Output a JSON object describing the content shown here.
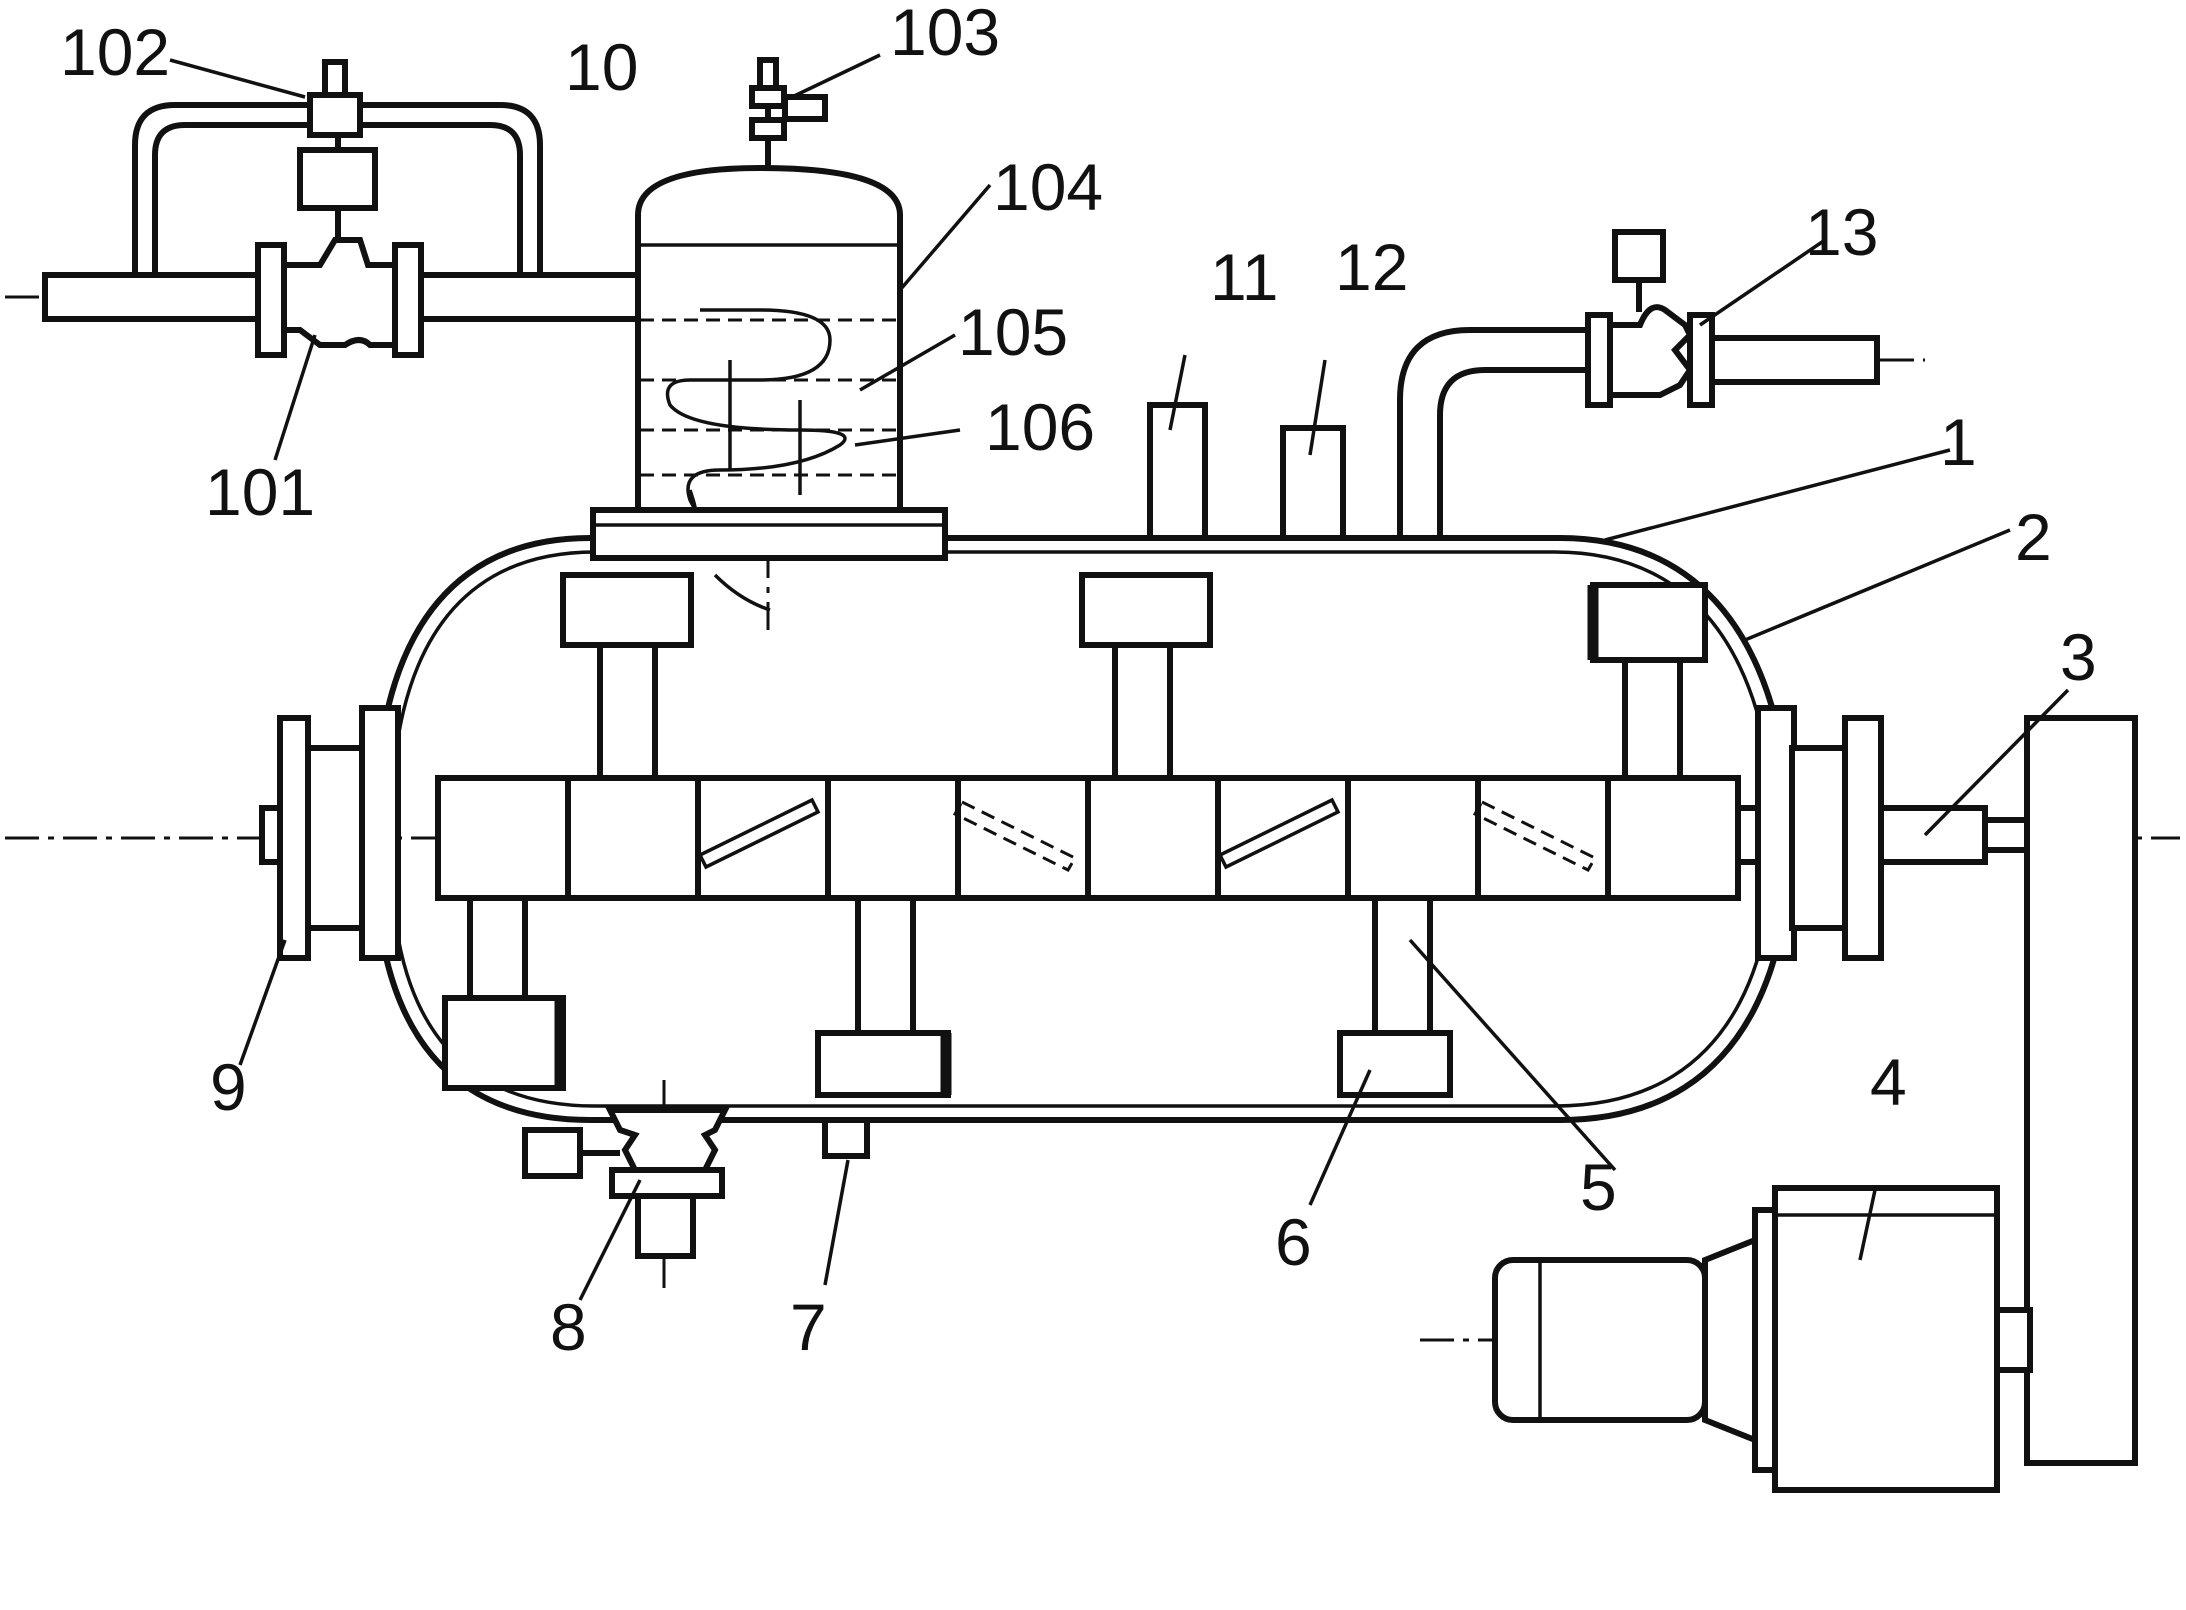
{
  "labels": {
    "l1": "1",
    "l2": "2",
    "l3": "3",
    "l4": "4",
    "l5": "5",
    "l6": "6",
    "l7": "7",
    "l8": "8",
    "l9": "9",
    "l10": "10",
    "l11": "11",
    "l12": "12",
    "l13": "13",
    "l101": "101",
    "l102": "102",
    "l103": "103",
    "l104": "104",
    "l105": "105",
    "l106": "106"
  }
}
